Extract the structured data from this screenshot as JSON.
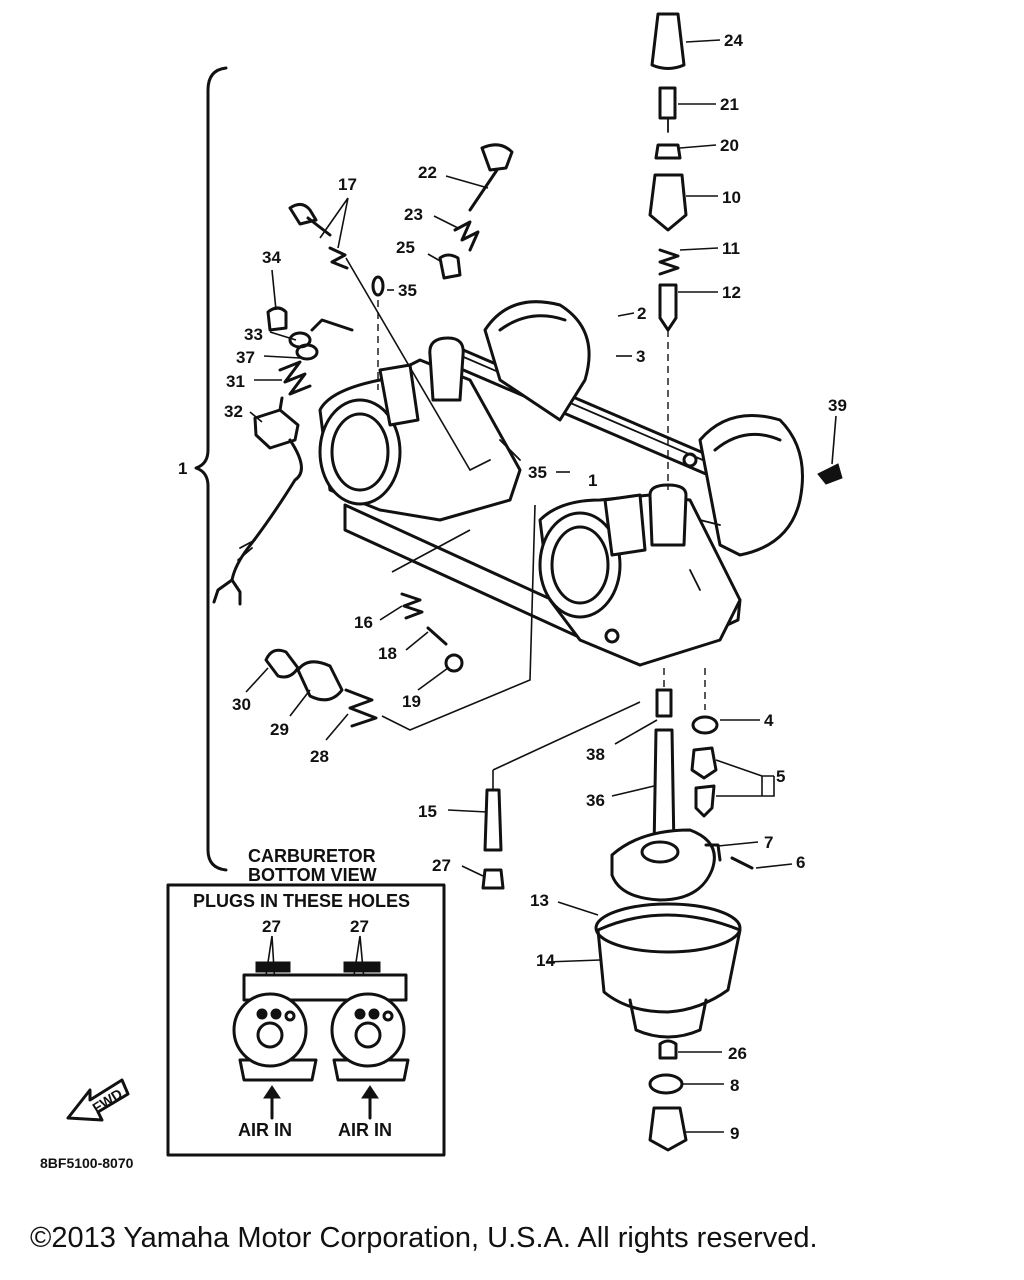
{
  "callouts": {
    "c1": "1",
    "c2": "2",
    "c3": "3",
    "c4": "4",
    "c5": "5",
    "c6": "6",
    "c7": "7",
    "c8": "8",
    "c9": "9",
    "c10": "10",
    "c11": "11",
    "c12": "12",
    "c13": "13",
    "c14": "14",
    "c15": "15",
    "c16": "16",
    "c17": "17",
    "c18": "18",
    "c19": "19",
    "c20": "20",
    "c21": "21",
    "c22": "22",
    "c23": "23",
    "c24": "24",
    "c25": "25",
    "c26": "26",
    "c27": "27",
    "c28": "28",
    "c29": "29",
    "c30": "30",
    "c31": "31",
    "c32": "32",
    "c33": "33",
    "c34": "34",
    "c35a": "35",
    "c35b": "35",
    "c36": "36",
    "c37": "37",
    "c38": "38",
    "c39": "39"
  },
  "inset": {
    "title_line1": "CARBURETOR",
    "title_line2": "BOTTOM VIEW",
    "plugs_label": "PLUGS IN THESE HOLES",
    "plug_ref_left": "27",
    "plug_ref_right": "27",
    "air_in_left": "AIR IN",
    "air_in_right": "AIR IN"
  },
  "fwd_label": "FWD",
  "diagram_code": "8BF5100-8070",
  "copyright": "©2013 Yamaha Motor Corporation, U.S.A. All rights reserved."
}
